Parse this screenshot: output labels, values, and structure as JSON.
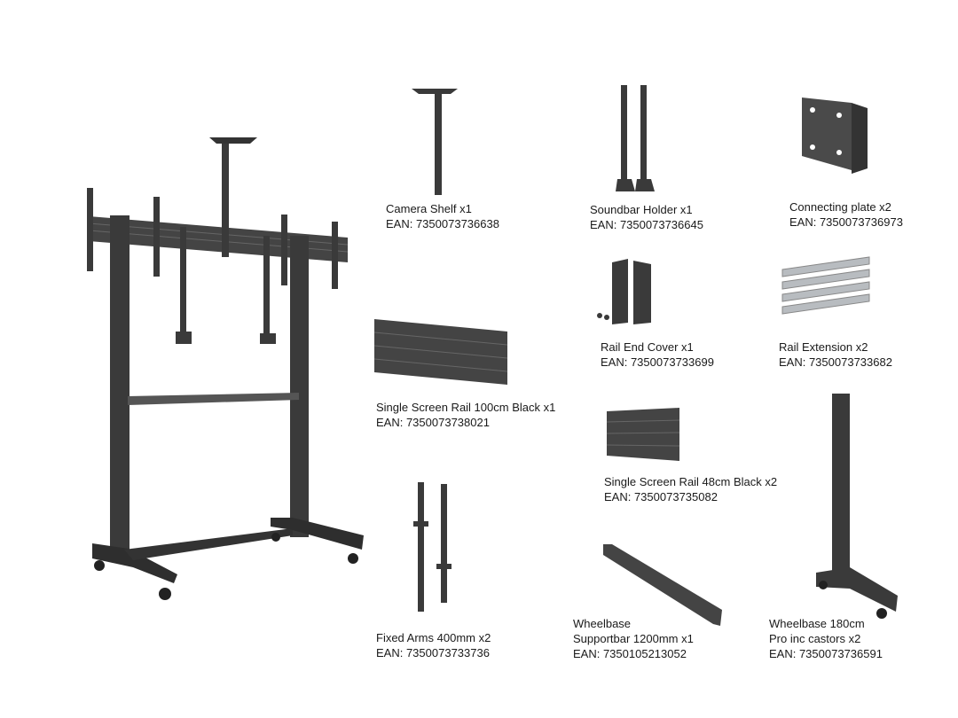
{
  "parts": [
    {
      "id": "camera-shelf",
      "name": "Camera Shelf x1",
      "ean": "EAN: 7350073736638"
    },
    {
      "id": "soundbar-holder",
      "name": "Soundbar Holder x1",
      "ean": "EAN: 7350073736645"
    },
    {
      "id": "connecting-plate",
      "name": "Connecting plate x2",
      "ean": "EAN: 7350073736973"
    },
    {
      "id": "rail-end-cover",
      "name": "Rail End Cover x1",
      "ean": "EAN: 7350073733699"
    },
    {
      "id": "rail-extension",
      "name": "Rail Extension x2",
      "ean": "EAN: 7350073733682"
    },
    {
      "id": "single-screen-rail-100",
      "name": "Single Screen Rail 100cm Black x1",
      "ean": "EAN: 7350073738021"
    },
    {
      "id": "single-screen-rail-48",
      "name": "Single Screen Rail 48cm Black x2",
      "ean": "EAN: 7350073735082"
    },
    {
      "id": "fixed-arms",
      "name": "Fixed Arms 400mm x2",
      "ean": "EAN: 7350073733736"
    },
    {
      "id": "wheelbase-supportbar",
      "name_line1": "Wheelbase",
      "name_line2": "Supportbar 1200mm x1",
      "ean": "EAN: 7350105213052"
    },
    {
      "id": "wheelbase-180",
      "name_line1": "Wheelbase 180cm",
      "name_line2": "Pro inc castors x2",
      "ean": "EAN: 7350073736591"
    }
  ],
  "colors": {
    "metal": "#3a3a3a",
    "metal_light": "#5a5a5a",
    "silver": "#b8bcc0",
    "text": "#1a1a1a"
  }
}
